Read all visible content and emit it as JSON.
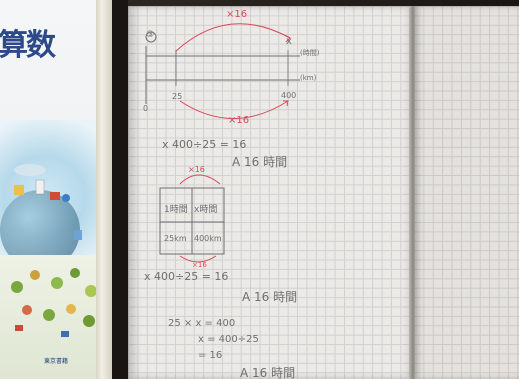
{
  "textbook": {
    "title": "算数",
    "publisher": "東京書籍"
  },
  "notebook": {
    "section_mark": "③",
    "diagram": {
      "top_factor": "×16",
      "bottom_factor": "×16",
      "x_label": "x",
      "unit_time": "(時間)",
      "unit_km": "(km)",
      "tick_0": "0",
      "tick_25": "25",
      "tick_400": "400"
    },
    "line1": "x 400÷25 = 16",
    "answer1": "A 16 時間",
    "table": {
      "factor": "×16",
      "cell_1": "1時間",
      "cell_2": "x時間",
      "cell_3": "25km",
      "cell_4": "400km",
      "factor_bottom": "×16"
    },
    "line2": "x 400÷25 = 16",
    "answer2": "A 16 時間",
    "line3": "25 × x = 400",
    "line4": "x = 400÷25",
    "line5": "= 16",
    "answer3": "A 16 時間"
  }
}
